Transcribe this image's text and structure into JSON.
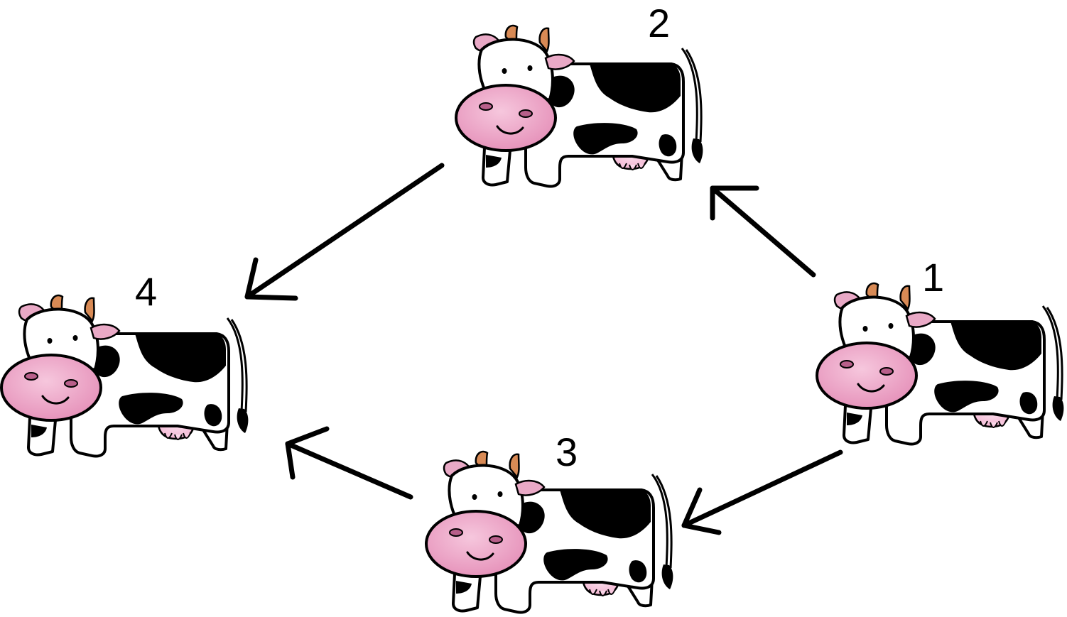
{
  "diagram": {
    "nodes": [
      {
        "id": "cow-1",
        "label": "1"
      },
      {
        "id": "cow-2",
        "label": "2"
      },
      {
        "id": "cow-3",
        "label": "3"
      },
      {
        "id": "cow-4",
        "label": "4"
      }
    ],
    "edges": [
      {
        "from": "cow-1",
        "to": "cow-2"
      },
      {
        "from": "cow-1",
        "to": "cow-3"
      },
      {
        "from": "cow-2",
        "to": "cow-4"
      },
      {
        "from": "cow-3",
        "to": "cow-4"
      }
    ]
  },
  "colors": {
    "background": "#ffffff",
    "outline": "#000000",
    "spots": "#000000",
    "muzzle": "#e58fb8",
    "muzzle_highlight": "#f6c7dd",
    "horns": "#d88a55",
    "ear_inner": "#e9a9c6",
    "udder": "#f3b3d1"
  },
  "icons": {
    "node": "cow-icon",
    "edge": "arrow-icon"
  }
}
